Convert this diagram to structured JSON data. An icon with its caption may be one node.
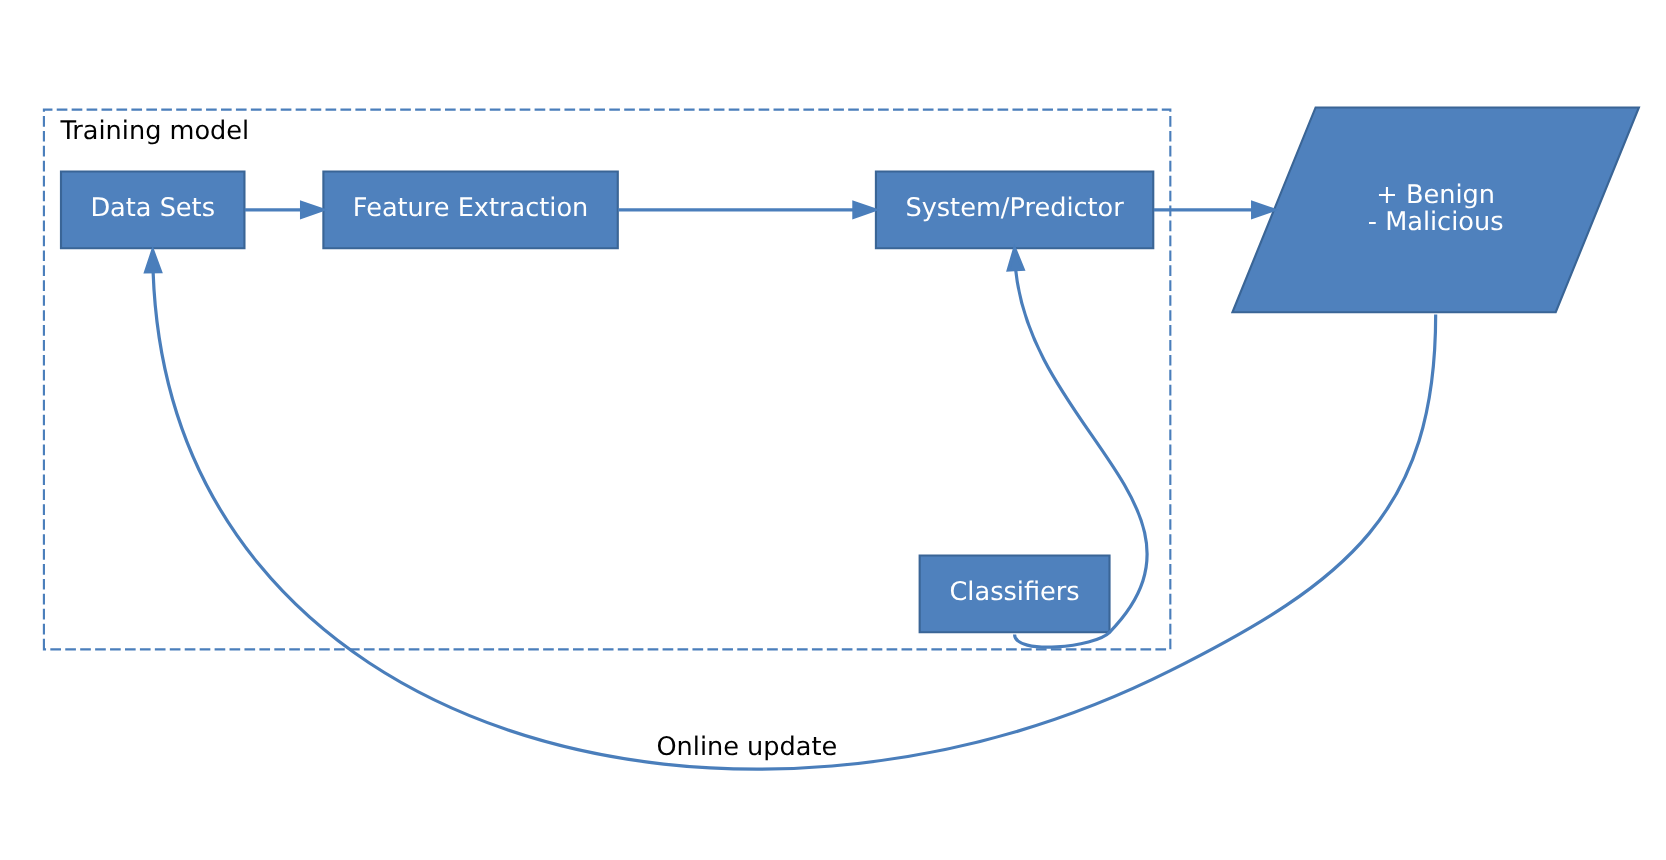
{
  "diagram": {
    "nodes": [
      {
        "text": [
          "Training model"
        ]
      },
      {
        "text": [
          "Data Sets"
        ],
        "in": 0
      },
      {
        "text": [
          "Feature Extraction"
        ],
        "in": 0
      },
      {
        "text": [
          "System/Predictor"
        ],
        "in": 0
      },
      {
        "text": [
          "Classifiers"
        ],
        "in": 0
      },
      {
        "text": [
          "+ Benign",
          "- Malicious"
        ]
      }
    ],
    "edges": [
      {
        "from": 1,
        "to": 2,
        "arrow": "to"
      },
      {
        "from": 2,
        "to": 3,
        "arrow": "to"
      },
      {
        "from": 4,
        "to": 3,
        "arrow": "to"
      },
      {
        "from": 3,
        "to": 5,
        "arrow": "to"
      },
      {
        "from": 5,
        "to": 1,
        "arrow": "to",
        "label": "Online update"
      }
    ]
  }
}
